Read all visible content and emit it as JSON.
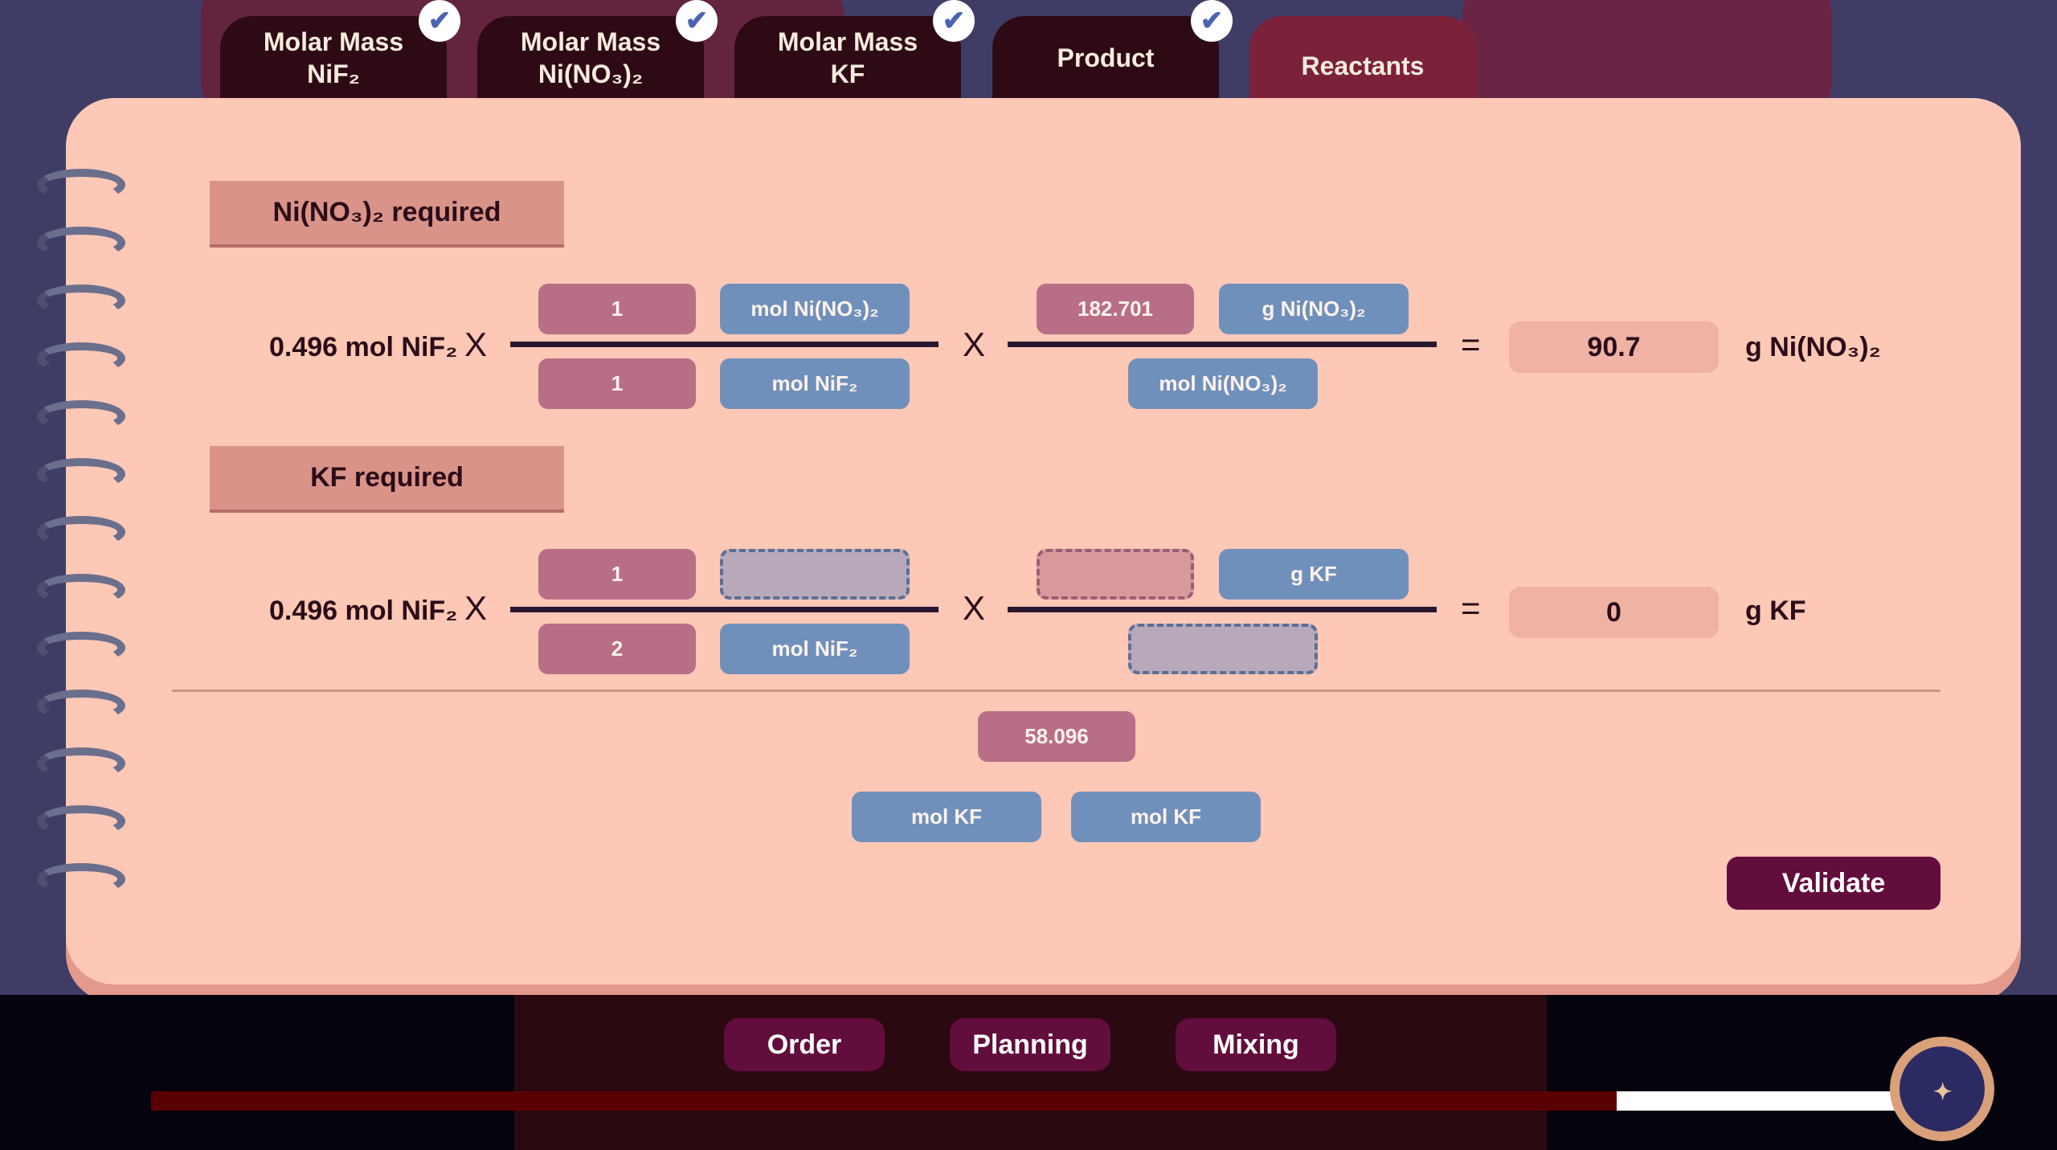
{
  "tabs": [
    {
      "label": "Molar Mass\nNiF₂",
      "completed": true
    },
    {
      "label": "Molar Mass\nNi(NO₃)₂",
      "completed": true
    },
    {
      "label": "Molar Mass\nKF",
      "completed": true
    },
    {
      "label": "Product",
      "completed": true
    },
    {
      "label": "Reactants",
      "completed": false,
      "active": true
    }
  ],
  "check_glyph": "✔",
  "section1": {
    "title": "Ni(NO₃)₂ required",
    "given": "0.496 mol NiF₂",
    "times": "X",
    "equals": "=",
    "f1": {
      "num_value": "1",
      "num_unit": "mol Ni(NO₃)₂",
      "den_value": "1",
      "den_unit": "mol NiF₂"
    },
    "f2": {
      "num_value": "182.701",
      "num_unit": "g Ni(NO₃)₂",
      "den_unit": "mol Ni(NO₃)₂"
    },
    "result": "90.7",
    "result_unit": "g Ni(NO₃)₂"
  },
  "section2": {
    "title": "KF required",
    "given": "0.496 mol NiF₂",
    "times": "X",
    "equals": "=",
    "f1": {
      "num_value": "1",
      "den_value": "2",
      "den_unit": "mol NiF₂"
    },
    "f2": {
      "num_unit": "g KF"
    },
    "result": "0",
    "result_unit": "g KF"
  },
  "tray": {
    "values": [
      "58.096"
    ],
    "units": [
      "mol KF",
      "mol KF"
    ]
  },
  "validate_label": "Validate",
  "nav": {
    "order": "Order",
    "planning": "Planning",
    "mixing": "Mixing"
  },
  "timer": {
    "progress": 0.84
  },
  "colors": {
    "tab_active": "#7b2139",
    "tab": "#2e0a14",
    "value_tile": "#b86e87",
    "unit_tile": "#7090bc",
    "button": "#620d3c",
    "progress": "#5a0004"
  }
}
